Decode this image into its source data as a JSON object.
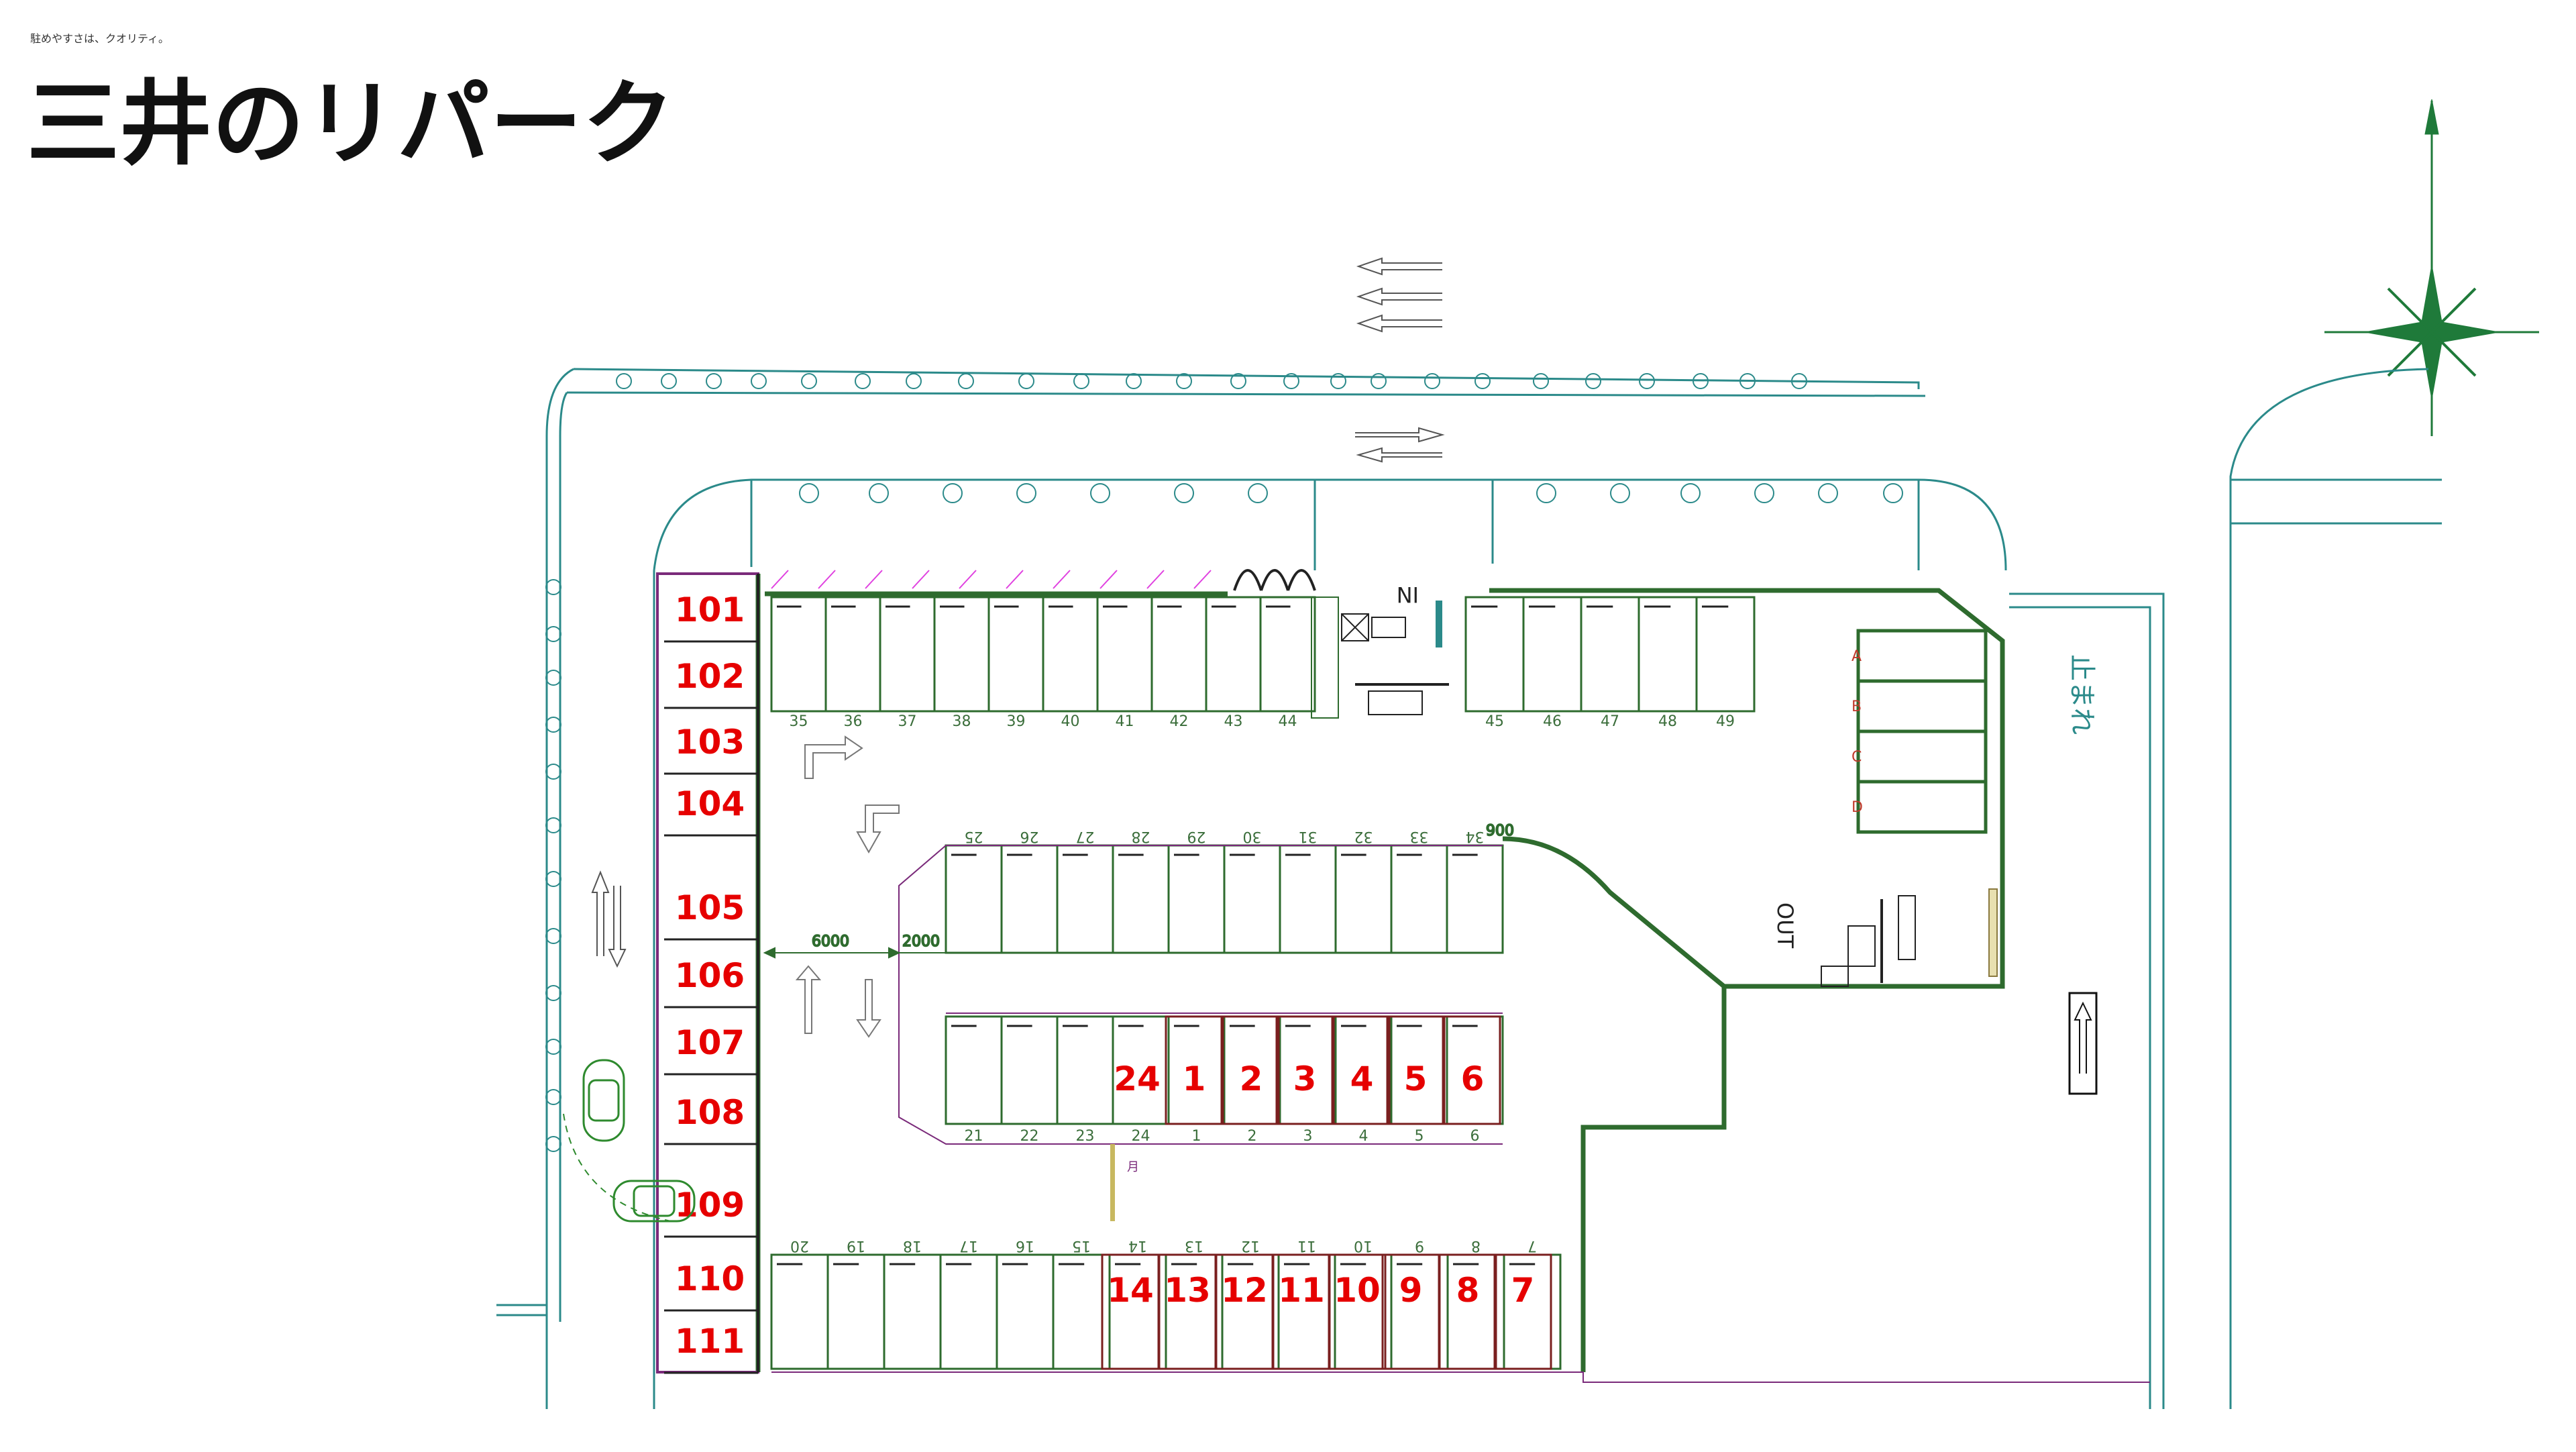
{
  "brand": {
    "tagline": "駐めやすさは、クオリティ。",
    "logo_text": "三井のリパーク"
  },
  "labels": {
    "in": "IN",
    "out": "OUT",
    "dim_6000": "6000",
    "dim_2000": "2000",
    "dim_900": "900",
    "road_side_text": "止まれ"
  },
  "compartments": [
    "A",
    "B",
    "C",
    "D"
  ],
  "spaces_top_left": [
    "35",
    "36",
    "37",
    "38",
    "39",
    "40",
    "41",
    "42",
    "43",
    "44"
  ],
  "spaces_top_right": [
    "45",
    "46",
    "47",
    "48",
    "49"
  ],
  "spaces_middle_upper": [
    "25",
    "26",
    "27",
    "28",
    "29",
    "30",
    "31",
    "32",
    "33",
    "34"
  ],
  "spaces_middle_lower_small": [
    "21",
    "22",
    "23",
    "24",
    "1",
    "2",
    "3",
    "4",
    "5",
    "6"
  ],
  "spaces_middle_lower_big": [
    "24",
    "1",
    "2",
    "3",
    "4",
    "5",
    "6"
  ],
  "spaces_bottom_small": [
    "20",
    "19",
    "18",
    "17",
    "16",
    "15",
    "14",
    "13",
    "12",
    "11",
    "10",
    "9",
    "8",
    "7"
  ],
  "spaces_bottom_big": [
    "14",
    "13",
    "12",
    "11",
    "10",
    "9",
    "8",
    "7"
  ],
  "spaces_left_big": [
    "101",
    "102",
    "103",
    "104",
    "105",
    "106",
    "107",
    "108",
    "109",
    "110",
    "111"
  ],
  "colors": {
    "green_line": "#2e6b2e",
    "teal_line": "#2b8a8a",
    "purple_line": "#7a2a7a",
    "red_label": "#e60000",
    "magenta_hatch": "#e040e0"
  }
}
